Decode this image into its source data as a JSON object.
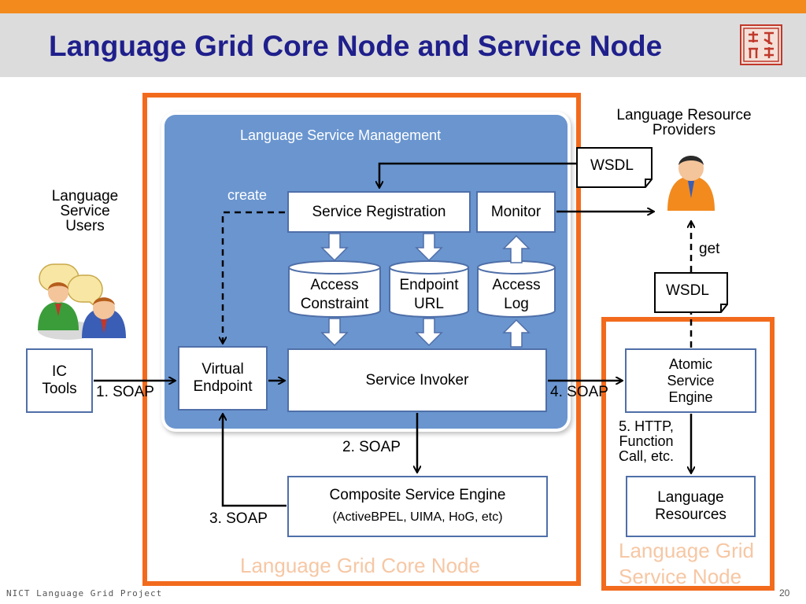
{
  "slide": {
    "title": "Language Grid Core Node and Service Node",
    "footer": "NICT Language Grid Project",
    "page_number": "20"
  },
  "core_node": {
    "watermark": "Language Grid Core Node",
    "management_label": "Language Service Management",
    "create_label": "create",
    "service_registration": "Service Registration",
    "monitor": "Monitor",
    "access_constraint": [
      "Access",
      "Constraint"
    ],
    "endpoint_url": [
      "Endpoint",
      "URL"
    ],
    "access_log": [
      "Access",
      "Log"
    ],
    "virtual_endpoint": [
      "Virtual",
      "Endpoint"
    ],
    "service_invoker": "Service Invoker",
    "composite_engine_title": "Composite Service Engine",
    "composite_engine_sub": "(ActiveBPEL, UIMA, HoG, etc)",
    "soap2": "2. SOAP",
    "soap3": "3. SOAP"
  },
  "service_node": {
    "watermark": [
      "Language Grid",
      "Service Node"
    ],
    "atomic_engine": [
      "Atomic",
      "Service",
      "Engine"
    ],
    "language_resources": [
      "Language",
      "Resources"
    ],
    "http_call": [
      "5. HTTP,",
      "Function",
      "Call, etc."
    ]
  },
  "external": {
    "users_label": [
      "Language",
      "Service",
      "Users"
    ],
    "providers_label": [
      "Language Resource",
      "Providers"
    ],
    "ic_tools": [
      "IC",
      "Tools"
    ],
    "soap1": "1. SOAP",
    "soap4": "4. SOAP",
    "wsdl_top": "WSDL",
    "wsdl_mid": "WSDL",
    "get_label": "get"
  },
  "icons": {
    "users": "people-talking-icon",
    "provider": "person-icon",
    "logo": "red-seal-logo-icon"
  },
  "colors": {
    "frame": "#f26b1d",
    "panel": "#6a95cf",
    "title": "#1f1f8c",
    "box_border": "#4f6fa8"
  }
}
